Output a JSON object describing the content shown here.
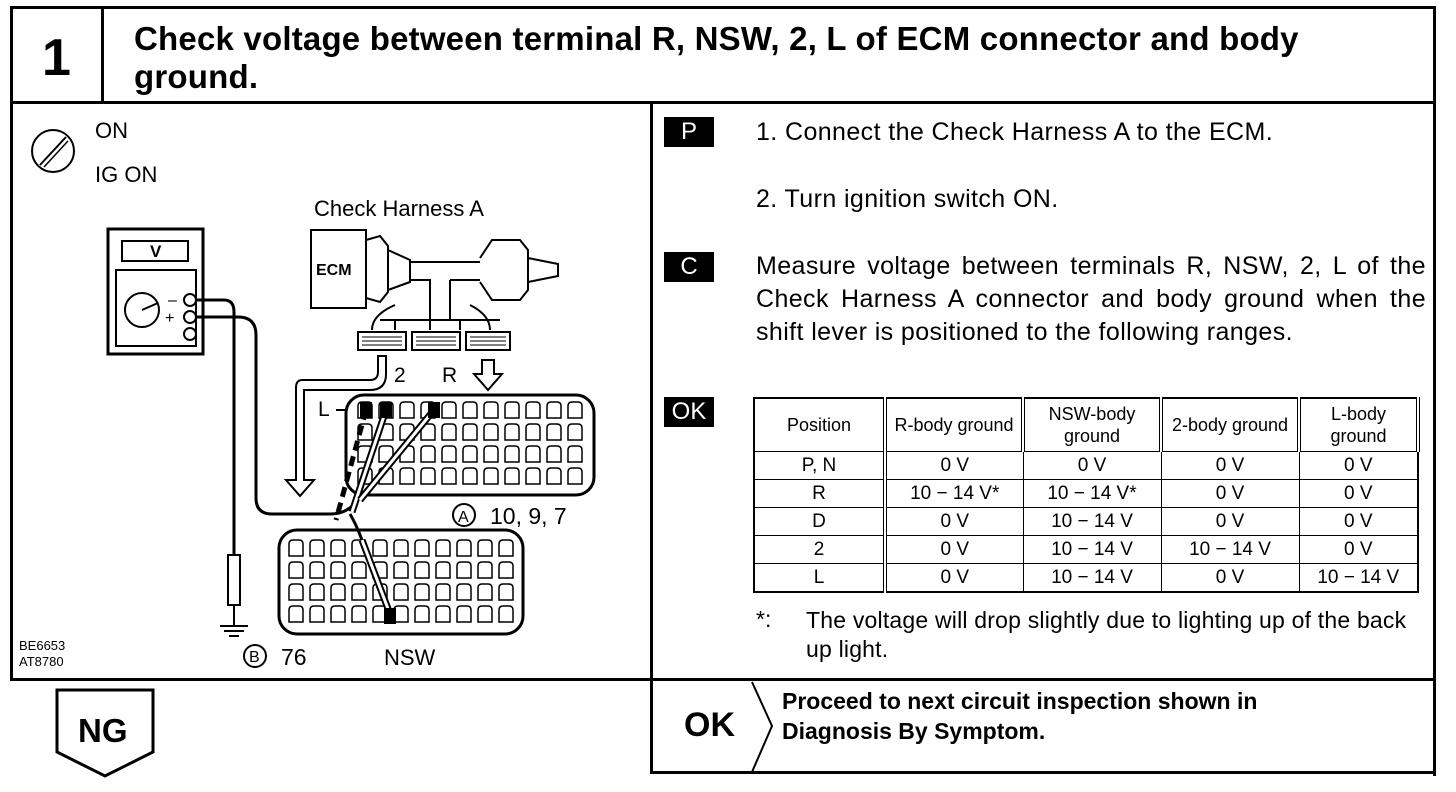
{
  "step": {
    "number": "1",
    "title_line1": "Check voltage between terminal R, NSW, 2, L of ECM connector and body",
    "title_line2": "ground."
  },
  "diagram": {
    "symbol_on": "ON",
    "symbol_ig_on": "IG ON",
    "harness_label": "Check Harness A",
    "meter_label": "V",
    "ecm_label": "ECM",
    "label_2": "2",
    "label_r": "R",
    "label_l": "L",
    "connector_a_label": "10, 9, 7",
    "connector_b_label": "76",
    "circle_a": "A",
    "circle_b": "B",
    "nsw_label": "NSW",
    "ref_code_1": "BE6653",
    "ref_code_2": "AT8780"
  },
  "instructions": {
    "p_tag": "P",
    "p_step1": "1.  Connect the Check Harness A to the ECM.",
    "p_step2": "2.  Turn ignition switch ON.",
    "c_tag": "C",
    "c_text": "Measure voltage between terminals R, NSW, 2, L of the Check Harness A connector and body ground when the shift lever is positioned to the following ranges.",
    "ok_tag": "OK"
  },
  "table": {
    "headers": [
      "Position",
      "R-body ground",
      "NSW-body ground",
      "2-body ground",
      "L-body ground"
    ],
    "rows": [
      [
        "P, N",
        "0 V",
        "0 V",
        "0 V",
        "0 V"
      ],
      [
        "R",
        "10 − 14 V*",
        "10 − 14 V*",
        "0 V",
        "0 V"
      ],
      [
        "D",
        "0 V",
        "10 − 14 V",
        "0 V",
        "0 V"
      ],
      [
        "2",
        "0 V",
        "10 − 14 V",
        "10 − 14 V",
        "0 V"
      ],
      [
        "L",
        "0 V",
        "10 − 14 V",
        "0 V",
        "10 − 14 V"
      ]
    ]
  },
  "note": {
    "marker": "*:",
    "text": "The voltage will drop slightly due to lighting up of the back up light."
  },
  "result": {
    "ok_label": "OK",
    "proceed_line1": "Proceed to next circuit inspection shown in",
    "proceed_line2": "Diagnosis By Symptom.",
    "ng_label": "NG"
  }
}
